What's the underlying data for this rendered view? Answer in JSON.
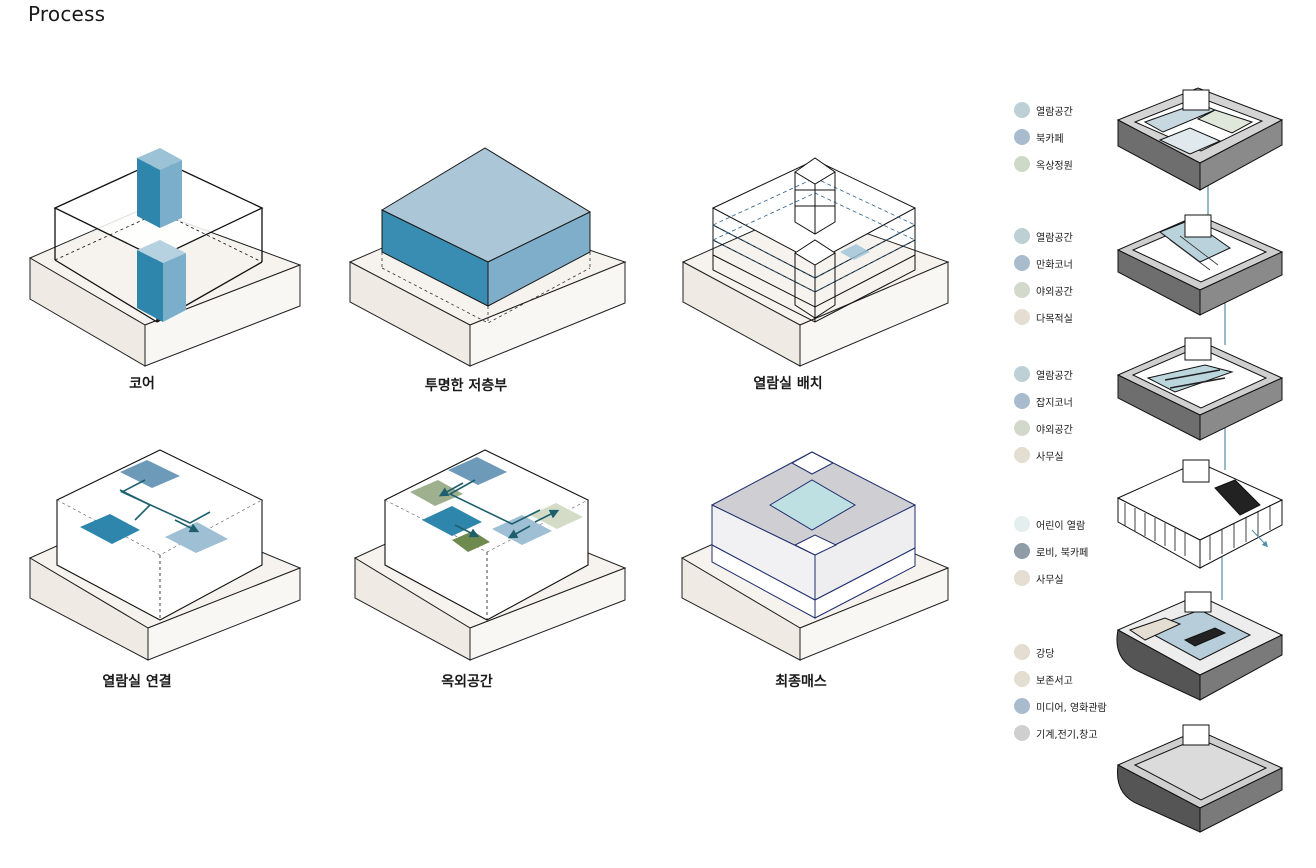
{
  "title": "Process",
  "steps": [
    {
      "label": "코어"
    },
    {
      "label": "투명한 저층부"
    },
    {
      "label": "열람실 배치"
    },
    {
      "label": "열람실 연결"
    },
    {
      "label": "옥외공간"
    },
    {
      "label": "최종매스"
    }
  ],
  "floors": [
    {
      "items": [
        {
          "label": "열람공간",
          "color": "#bcd0d6"
        },
        {
          "label": "북카페",
          "color": "#a9bccd"
        },
        {
          "label": "옥상정원",
          "color": "#cfd9c8"
        }
      ]
    },
    {
      "items": [
        {
          "label": "열람공간",
          "color": "#bcd0d6"
        },
        {
          "label": "만화코너",
          "color": "#a9bccd"
        },
        {
          "label": "야외공간",
          "color": "#d2d9cb"
        },
        {
          "label": "다목적실",
          "color": "#e3ddd2"
        }
      ]
    },
    {
      "items": [
        {
          "label": "열람공간",
          "color": "#bcd0d6"
        },
        {
          "label": "잡지코너",
          "color": "#a9bccd"
        },
        {
          "label": "야외공간",
          "color": "#d2d9cb"
        },
        {
          "label": "사무실",
          "color": "#e3ddd2"
        }
      ]
    },
    {
      "items": [
        {
          "label": "어린이 열람",
          "color": "#e4eeee"
        },
        {
          "label": "로비, 북카페",
          "color": "#8f9ba7"
        },
        {
          "label": "사무실",
          "color": "#e3ddd2"
        }
      ]
    },
    {
      "items": [
        {
          "label": "강당",
          "color": "#e3ddd2"
        },
        {
          "label": "보존서고",
          "color": "#e3ddd2"
        },
        {
          "label": "미디어, 영화관람",
          "color": "#a9bccd"
        },
        {
          "label": "기계,전기,창고",
          "color": "#cfcfcf"
        }
      ]
    }
  ]
}
